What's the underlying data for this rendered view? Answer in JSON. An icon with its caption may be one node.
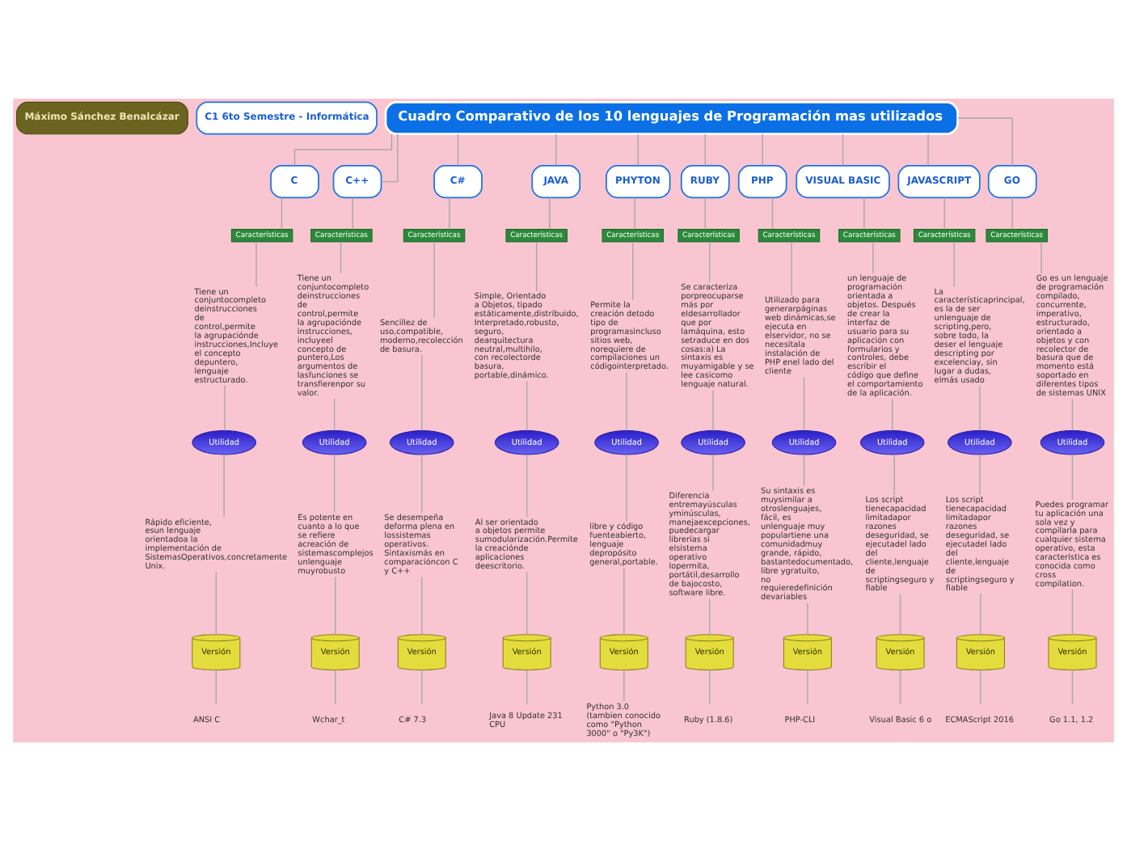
{
  "diagram": {
    "nodes": [
      {
        "text": [
          "Máximo Sánchez Benalcázar"
        ]
      },
      {
        "text": [
          "C1 6to Semestre - Informática"
        ]
      },
      {
        "text": [
          "Cuadro Comparativo de los 10 lenguajes de Programación mas utilizados"
        ]
      },
      {
        "text": [
          "C"
        ]
      },
      {
        "text": [
          "Características"
        ]
      },
      {
        "text": [
          "Tiene un conjuntocompleto deinstrucciones de control,permite la agrupaciónde instrucciones,Incluye el concepto depuntero, lenguaje estructurado."
        ]
      },
      {
        "text": [
          "Utilidad"
        ]
      },
      {
        "text": [
          "Rápido eficiente, esun lenguaje orientadoa la implementación de SistemasOperativos,concretamente Unix."
        ]
      },
      {
        "text": [
          "Versión"
        ]
      },
      {
        "text": [
          "ANSI C"
        ]
      },
      {
        "text": [
          "C++"
        ]
      },
      {
        "text": [
          "Características"
        ]
      },
      {
        "text": [
          "Tiene un conjuntocompleto deinstrucciones de control,permite la agrupaciónde instrucciones, incluyeel concepto de puntero,Los argumentos de lasfunciones se transfierenpor su valor."
        ]
      },
      {
        "text": [
          "Utilidad"
        ]
      },
      {
        "text": [
          "Es potente en cuanto a lo que se refiere acreación de sistemascomplejos unlenguaje muyrobusto"
        ]
      },
      {
        "text": [
          "Versión"
        ]
      },
      {
        "text": [
          "Wchar_t"
        ]
      },
      {
        "text": [
          "C#"
        ]
      },
      {
        "text": [
          "Características"
        ]
      },
      {
        "text": [
          "Sencillez de uso,compatible, moderno,recolección de basura."
        ]
      },
      {
        "text": [
          "Utilidad"
        ]
      },
      {
        "text": [
          "Se desempeña deforma plena en lossistemas operativos. Sintaxismás en comparacióncon C y C++"
        ]
      },
      {
        "text": [
          "Versión"
        ]
      },
      {
        "text": [
          "C# 7.3"
        ]
      },
      {
        "text": [
          "JAVA"
        ]
      },
      {
        "text": [
          "Características"
        ]
      },
      {
        "text": [
          "Simple, Orientado a Objetos, tipado estáticamente,distribuido, Interpretado,robusto, seguro, dearquitectura neutral,multihilo, con recolectorde basura, portable,dinámico."
        ]
      },
      {
        "text": [
          "Utilidad"
        ]
      },
      {
        "text": [
          "Al ser orientado a objetos permite sumodularización.Permite la creaciónde aplicaciones deescritorio."
        ]
      },
      {
        "text": [
          "Versión"
        ]
      },
      {
        "text": [
          "Java 8 Update 231 CPU"
        ]
      },
      {
        "text": [
          "PHYTON"
        ]
      },
      {
        "text": [
          "Características"
        ]
      },
      {
        "text": [
          "Permite la creación detodo tipo de programasincluso sitios web, norequiere de compilaciones un códigointerpretado."
        ]
      },
      {
        "text": [
          "Utilidad"
        ]
      },
      {
        "text": [
          "libre y código fuenteabierto, lenguaje depropósito general,portable."
        ]
      },
      {
        "text": [
          "Versión"
        ]
      },
      {
        "text": [
          "Python 3.0 (tambien conocido como \"Python 3000\" o \"Py3K\")"
        ]
      },
      {
        "text": [
          "RUBY"
        ]
      },
      {
        "text": [
          "Características"
        ]
      },
      {
        "text": [
          "Se caracteriza porpreocuparse más por eldesarrollador que por lamáquina, esto setraduce en dos cosas:a) La sintaxis es muyamigable y se lee casicomo lenguaje natural."
        ]
      },
      {
        "text": [
          "Utilidad"
        ]
      },
      {
        "text": [
          "Diferencia entremayúsculas yminúsculas, manejaexcepciones, puedecargar librerías si elsistema operativo lopermita, portátil,desarrollo de bajocosto, software libre."
        ]
      },
      {
        "text": [
          "Versión"
        ]
      },
      {
        "text": [
          "Ruby (1.8.6)"
        ]
      },
      {
        "text": [
          "PHP"
        ]
      },
      {
        "text": [
          "Características"
        ]
      },
      {
        "text": [
          "Utilizado para generarpáginas web dinámicas,se ejecuta en elservidor, no se necesitala instalación de PHP enel lado del cliente"
        ]
      },
      {
        "text": [
          "Utilidad"
        ]
      },
      {
        "text": [
          "Su sintaxis es muysimilar a otroslenguajes, fácil, es unlenguaje muy populartiene una comunidadmuy grande, rápido, bastantedocumentado, libre ygratuito, no requieredefinición devariables"
        ]
      },
      {
        "text": [
          "Versión"
        ]
      },
      {
        "text": [
          "PHP-CLI"
        ]
      },
      {
        "text": [
          "VISUAL BASIC"
        ]
      },
      {
        "text": [
          "Características"
        ]
      },
      {
        "text": [
          "un lenguaje de programación orientada a objetos. Después de crear la interfaz de usuario para su aplicación con formularios y controles, debe escribir el código que define el comportamiento de la aplicación."
        ]
      },
      {
        "text": [
          "Utilidad"
        ]
      },
      {
        "text": [
          "Los script tienecapacidad limitadapor razones deseguridad, se ejecutadel lado del cliente,lenguaje de scriptingseguro y fiable"
        ]
      },
      {
        "text": [
          "Versión"
        ]
      },
      {
        "text": [
          "Visual Basic 6 o"
        ]
      },
      {
        "text": [
          "JAVASCRIPT"
        ]
      },
      {
        "text": [
          "Características"
        ]
      },
      {
        "text": [
          "La característicaprincipal, es la de ser unlenguaje de scripting,pero, sobre todo, la deser el lenguaje descripting por excelenciay, sin lugar a dudas, elmás usado"
        ]
      },
      {
        "text": [
          "Utilidad"
        ]
      },
      {
        "text": [
          "Los script tienecapacidad limitadapor razones deseguridad, se ejecutadel lado del cliente,lenguaje de scriptingseguro y fiable"
        ]
      },
      {
        "text": [
          "Versión"
        ]
      },
      {
        "text": [
          "ECMAScript 2016"
        ]
      },
      {
        "text": [
          "GO"
        ]
      },
      {
        "text": [
          "Características"
        ]
      },
      {
        "text": [
          "Go es un lenguaje de programación compilado, concurrente, imperativo, estructurado, orientado a objetos y con recolector de basura que de momento está soportado en diferentes tipos de sistemas UNIX"
        ]
      },
      {
        "text": [
          "Utilidad"
        ]
      },
      {
        "text": [
          "Puedes programar tu aplicación una sola vez y compilarla para cualquier sistema operativo, esta característica es conocida como cross compilation."
        ]
      },
      {
        "text": [
          "Versión"
        ]
      },
      {
        "text": [
          "Go 1.1, 1.2"
        ]
      }
    ],
    "edges": [
      {
        "from": 2,
        "to": 3,
        "arrow": "none"
      },
      {
        "from": 3,
        "to": 4,
        "arrow": "none"
      },
      {
        "from": 4,
        "to": 5,
        "arrow": "none"
      },
      {
        "from": 5,
        "to": 6,
        "arrow": "none"
      },
      {
        "from": 6,
        "to": 7,
        "arrow": "none"
      },
      {
        "from": 7,
        "to": 8,
        "arrow": "none"
      },
      {
        "from": 8,
        "to": 9,
        "arrow": "none"
      },
      {
        "from": 2,
        "to": 10,
        "arrow": "none"
      },
      {
        "from": 10,
        "to": 11,
        "arrow": "none"
      },
      {
        "from": 11,
        "to": 12,
        "arrow": "none"
      },
      {
        "from": 12,
        "to": 13,
        "arrow": "none"
      },
      {
        "from": 13,
        "to": 14,
        "arrow": "none"
      },
      {
        "from": 14,
        "to": 15,
        "arrow": "none"
      },
      {
        "from": 15,
        "to": 16,
        "arrow": "none"
      },
      {
        "from": 2,
        "to": 17,
        "arrow": "none"
      },
      {
        "from": 17,
        "to": 18,
        "arrow": "none"
      },
      {
        "from": 18,
        "to": 19,
        "arrow": "none"
      },
      {
        "from": 19,
        "to": 20,
        "arrow": "none"
      },
      {
        "from": 20,
        "to": 21,
        "arrow": "none"
      },
      {
        "from": 21,
        "to": 22,
        "arrow": "none"
      },
      {
        "from": 22,
        "to": 23,
        "arrow": "none"
      },
      {
        "from": 2,
        "to": 24,
        "arrow": "none"
      },
      {
        "from": 24,
        "to": 25,
        "arrow": "none"
      },
      {
        "from": 25,
        "to": 26,
        "arrow": "none"
      },
      {
        "from": 26,
        "to": 27,
        "arrow": "none"
      },
      {
        "from": 27,
        "to": 28,
        "arrow": "none"
      },
      {
        "from": 28,
        "to": 29,
        "arrow": "none"
      },
      {
        "from": 29,
        "to": 30,
        "arrow": "none"
      },
      {
        "from": 2,
        "to": 31,
        "arrow": "none"
      },
      {
        "from": 31,
        "to": 32,
        "arrow": "none"
      },
      {
        "from": 32,
        "to": 33,
        "arrow": "none"
      },
      {
        "from": 33,
        "to": 34,
        "arrow": "none"
      },
      {
        "from": 34,
        "to": 35,
        "arrow": "none"
      },
      {
        "from": 35,
        "to": 36,
        "arrow": "none"
      },
      {
        "from": 36,
        "to": 37,
        "arrow": "none"
      },
      {
        "from": 2,
        "to": 38,
        "arrow": "none"
      },
      {
        "from": 38,
        "to": 39,
        "arrow": "none"
      },
      {
        "from": 39,
        "to": 40,
        "arrow": "none"
      },
      {
        "from": 40,
        "to": 41,
        "arrow": "none"
      },
      {
        "from": 41,
        "to": 42,
        "arrow": "none"
      },
      {
        "from": 42,
        "to": 43,
        "arrow": "none"
      },
      {
        "from": 43,
        "to": 44,
        "arrow": "none"
      },
      {
        "from": 2,
        "to": 45,
        "arrow": "none"
      },
      {
        "from": 45,
        "to": 46,
        "arrow": "none"
      },
      {
        "from": 46,
        "to": 47,
        "arrow": "none"
      },
      {
        "from": 47,
        "to": 48,
        "arrow": "none"
      },
      {
        "from": 48,
        "to": 49,
        "arrow": "none"
      },
      {
        "from": 49,
        "to": 50,
        "arrow": "none"
      },
      {
        "from": 50,
        "to": 51,
        "arrow": "none"
      },
      {
        "from": 2,
        "to": 52,
        "arrow": "none"
      },
      {
        "from": 52,
        "to": 53,
        "arrow": "none"
      },
      {
        "from": 53,
        "to": 54,
        "arrow": "none"
      },
      {
        "from": 54,
        "to": 55,
        "arrow": "none"
      },
      {
        "from": 55,
        "to": 56,
        "arrow": "none"
      },
      {
        "from": 56,
        "to": 57,
        "arrow": "none"
      },
      {
        "from": 57,
        "to": 58,
        "arrow": "none"
      },
      {
        "from": 2,
        "to": 59,
        "arrow": "none"
      },
      {
        "from": 59,
        "to": 60,
        "arrow": "none"
      },
      {
        "from": 60,
        "to": 61,
        "arrow": "none"
      },
      {
        "from": 61,
        "to": 62,
        "arrow": "none"
      },
      {
        "from": 62,
        "to": 63,
        "arrow": "none"
      },
      {
        "from": 63,
        "to": 64,
        "arrow": "none"
      },
      {
        "from": 64,
        "to": 65,
        "arrow": "none"
      },
      {
        "from": 2,
        "to": 66,
        "arrow": "none"
      },
      {
        "from": 66,
        "to": 67,
        "arrow": "none"
      },
      {
        "from": 67,
        "to": 68,
        "arrow": "none"
      },
      {
        "from": 68,
        "to": 69,
        "arrow": "none"
      },
      {
        "from": 69,
        "to": 70,
        "arrow": "none"
      },
      {
        "from": 70,
        "to": 71,
        "arrow": "none"
      },
      {
        "from": 71,
        "to": 72,
        "arrow": "none"
      }
    ]
  }
}
